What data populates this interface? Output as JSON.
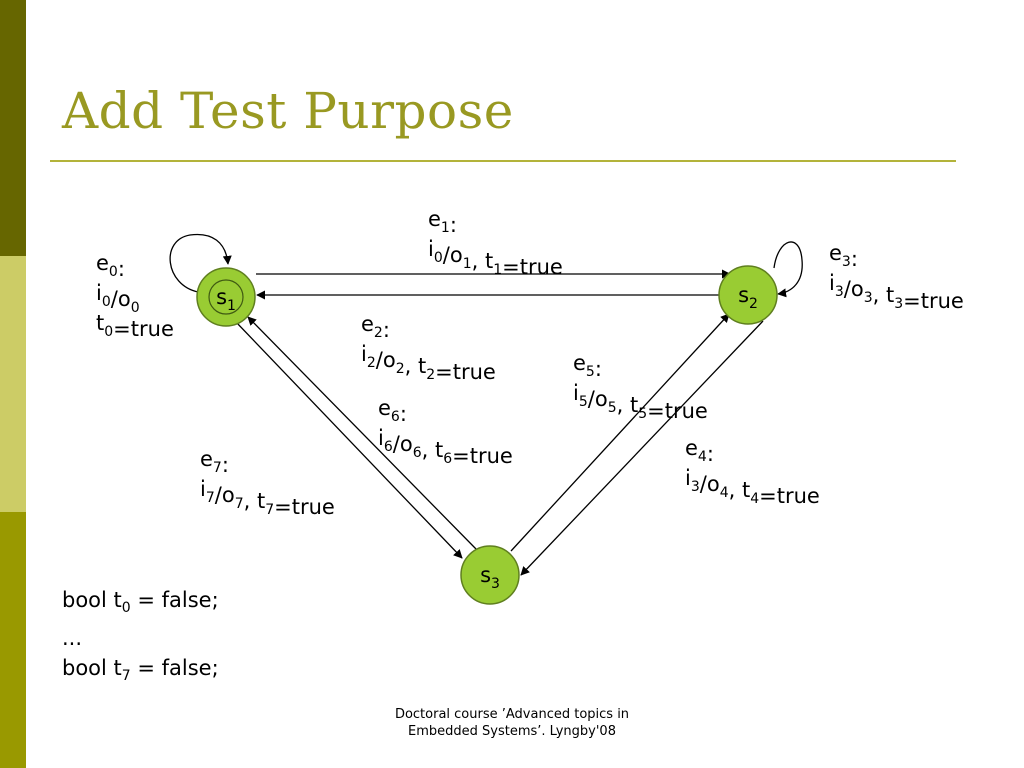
{
  "title": "Add Test Purpose",
  "colors": {
    "state_fill": "#99cc33",
    "bar_top": "#666600",
    "bar_middle": "#cccc66",
    "bar_bottom": "#999900",
    "title": "#999922"
  },
  "states": [
    {
      "id": "s1",
      "main": "s",
      "sub": "1",
      "initial": true
    },
    {
      "id": "s2",
      "main": "s",
      "sub": "2",
      "initial": false
    },
    {
      "id": "s3",
      "main": "s",
      "sub": "3",
      "initial": false
    }
  ],
  "transitions": [
    {
      "id": "e0",
      "from": "s1",
      "to": "s1",
      "event": "e0",
      "guard": "i0/o0",
      "update": "t0=true"
    },
    {
      "id": "e1",
      "from": "s1",
      "to": "s2",
      "event": "e1",
      "guard": "i0/o1",
      "update": "t1=true"
    },
    {
      "id": "e2",
      "from": "s2",
      "to": "s1",
      "event": "e2",
      "guard": "i2/o2",
      "update": "t2=true"
    },
    {
      "id": "e3",
      "from": "s2",
      "to": "s2",
      "event": "e3",
      "guard": "i3/o3",
      "update": "t3=true"
    },
    {
      "id": "e4",
      "from": "s2",
      "to": "s3",
      "event": "e4",
      "guard": "i3/o4",
      "update": "t4=true"
    },
    {
      "id": "e5",
      "from": "s3",
      "to": "s2",
      "event": "e5",
      "guard": "i5/o5",
      "update": "t5=true"
    },
    {
      "id": "e6",
      "from": "s3",
      "to": "s1",
      "event": "e6",
      "guard": "i6/o6",
      "update": "t6=true"
    },
    {
      "id": "e7",
      "from": "s1",
      "to": "s3",
      "event": "e7",
      "guard": "i7/o7",
      "update": "t7=true"
    }
  ],
  "declarations": {
    "line1": {
      "pre": "bool t",
      "sub": "0",
      "post": " = false;"
    },
    "ellipsis": "...",
    "line2": {
      "pre": "bool t",
      "sub": "7",
      "post": " = false;"
    }
  },
  "footer": {
    "line1": "Doctoral course ’Advanced topics in",
    "line2": "Embedded Systems’. Lyngby'08"
  }
}
